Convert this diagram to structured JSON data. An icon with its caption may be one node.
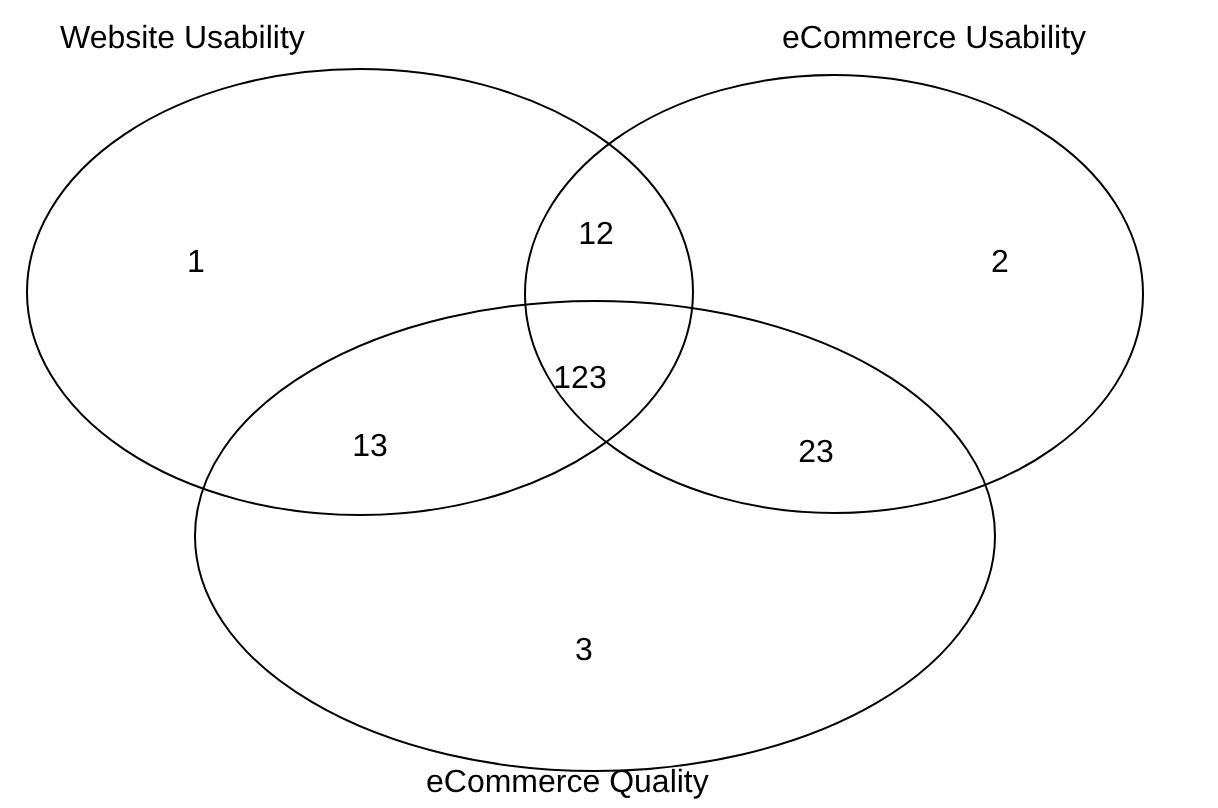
{
  "diagram": {
    "nodes": [
      {
        "text": [
          "Website Usability"
        ]
      },
      {
        "text": [
          "eCommerce Usability"
        ]
      },
      {
        "text": [
          "eCommerce Quality"
        ]
      }
    ],
    "labels": [
      "1",
      "12",
      "2",
      "123",
      "13",
      "23",
      "3"
    ]
  }
}
